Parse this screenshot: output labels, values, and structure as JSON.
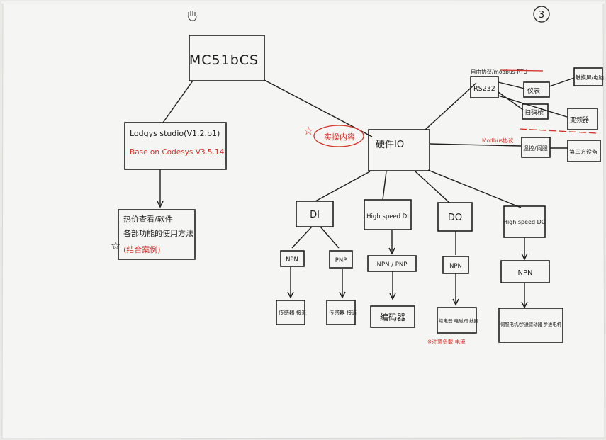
{
  "page_number": "3",
  "root": "MC51bCS",
  "software": {
    "title": "Lodgys studio(V1.2.b1)",
    "base_note": "Base on Codesys V3.5.14",
    "child_lines": [
      "热价查看/软件",
      "各部功能的使用方法"
    ],
    "child_note": "(结合案例)"
  },
  "hardware": {
    "title": "硬件IO",
    "note": "实操内容",
    "comm": {
      "rs232": "RS232",
      "rs232_header": "自由协议/modbus-RTU",
      "modbus_label": "Modbus协议",
      "devices": [
        "仪表",
        "扫码枪",
        "触摸屏/电脑",
        "变频器",
        "温控/伺服",
        "第三方设备"
      ]
    },
    "io": [
      {
        "label": "DI",
        "type": "NPN",
        "device": "传感器 接近"
      },
      {
        "label": "DI",
        "type": "PNP",
        "device": "传感器 接近"
      },
      {
        "label": "High speed DI",
        "type": "NPN / PNP",
        "device": "编码器"
      },
      {
        "label": "DO",
        "type": "NPN",
        "device": "继电器 电磁阀 线圈",
        "note": "※注意负载 电流"
      },
      {
        "label": "High speed DO",
        "type": "NPN",
        "device": "伺服电机/步进驱动器 步进电机"
      }
    ]
  }
}
